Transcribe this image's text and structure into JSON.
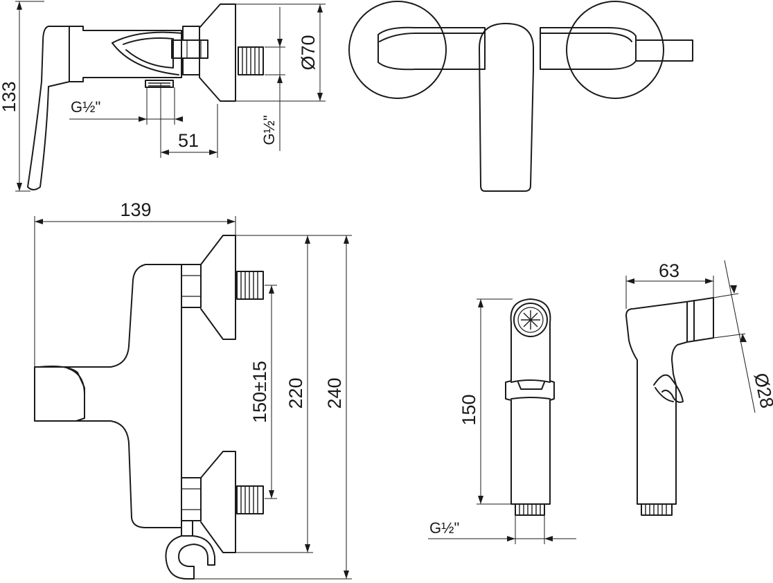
{
  "dimensions": {
    "side_height": "133",
    "side_thread": "G½\"",
    "side_offset": "51",
    "wall_diameter": "Ø70",
    "wall_thread": "G½\"",
    "front_width": "139",
    "centers": "150±15",
    "height_220": "220",
    "height_240": "240",
    "hose_length": "150",
    "hose_thread": "G½\"",
    "sprayer_length": "63",
    "sprayer_diameter": "Ø28"
  }
}
